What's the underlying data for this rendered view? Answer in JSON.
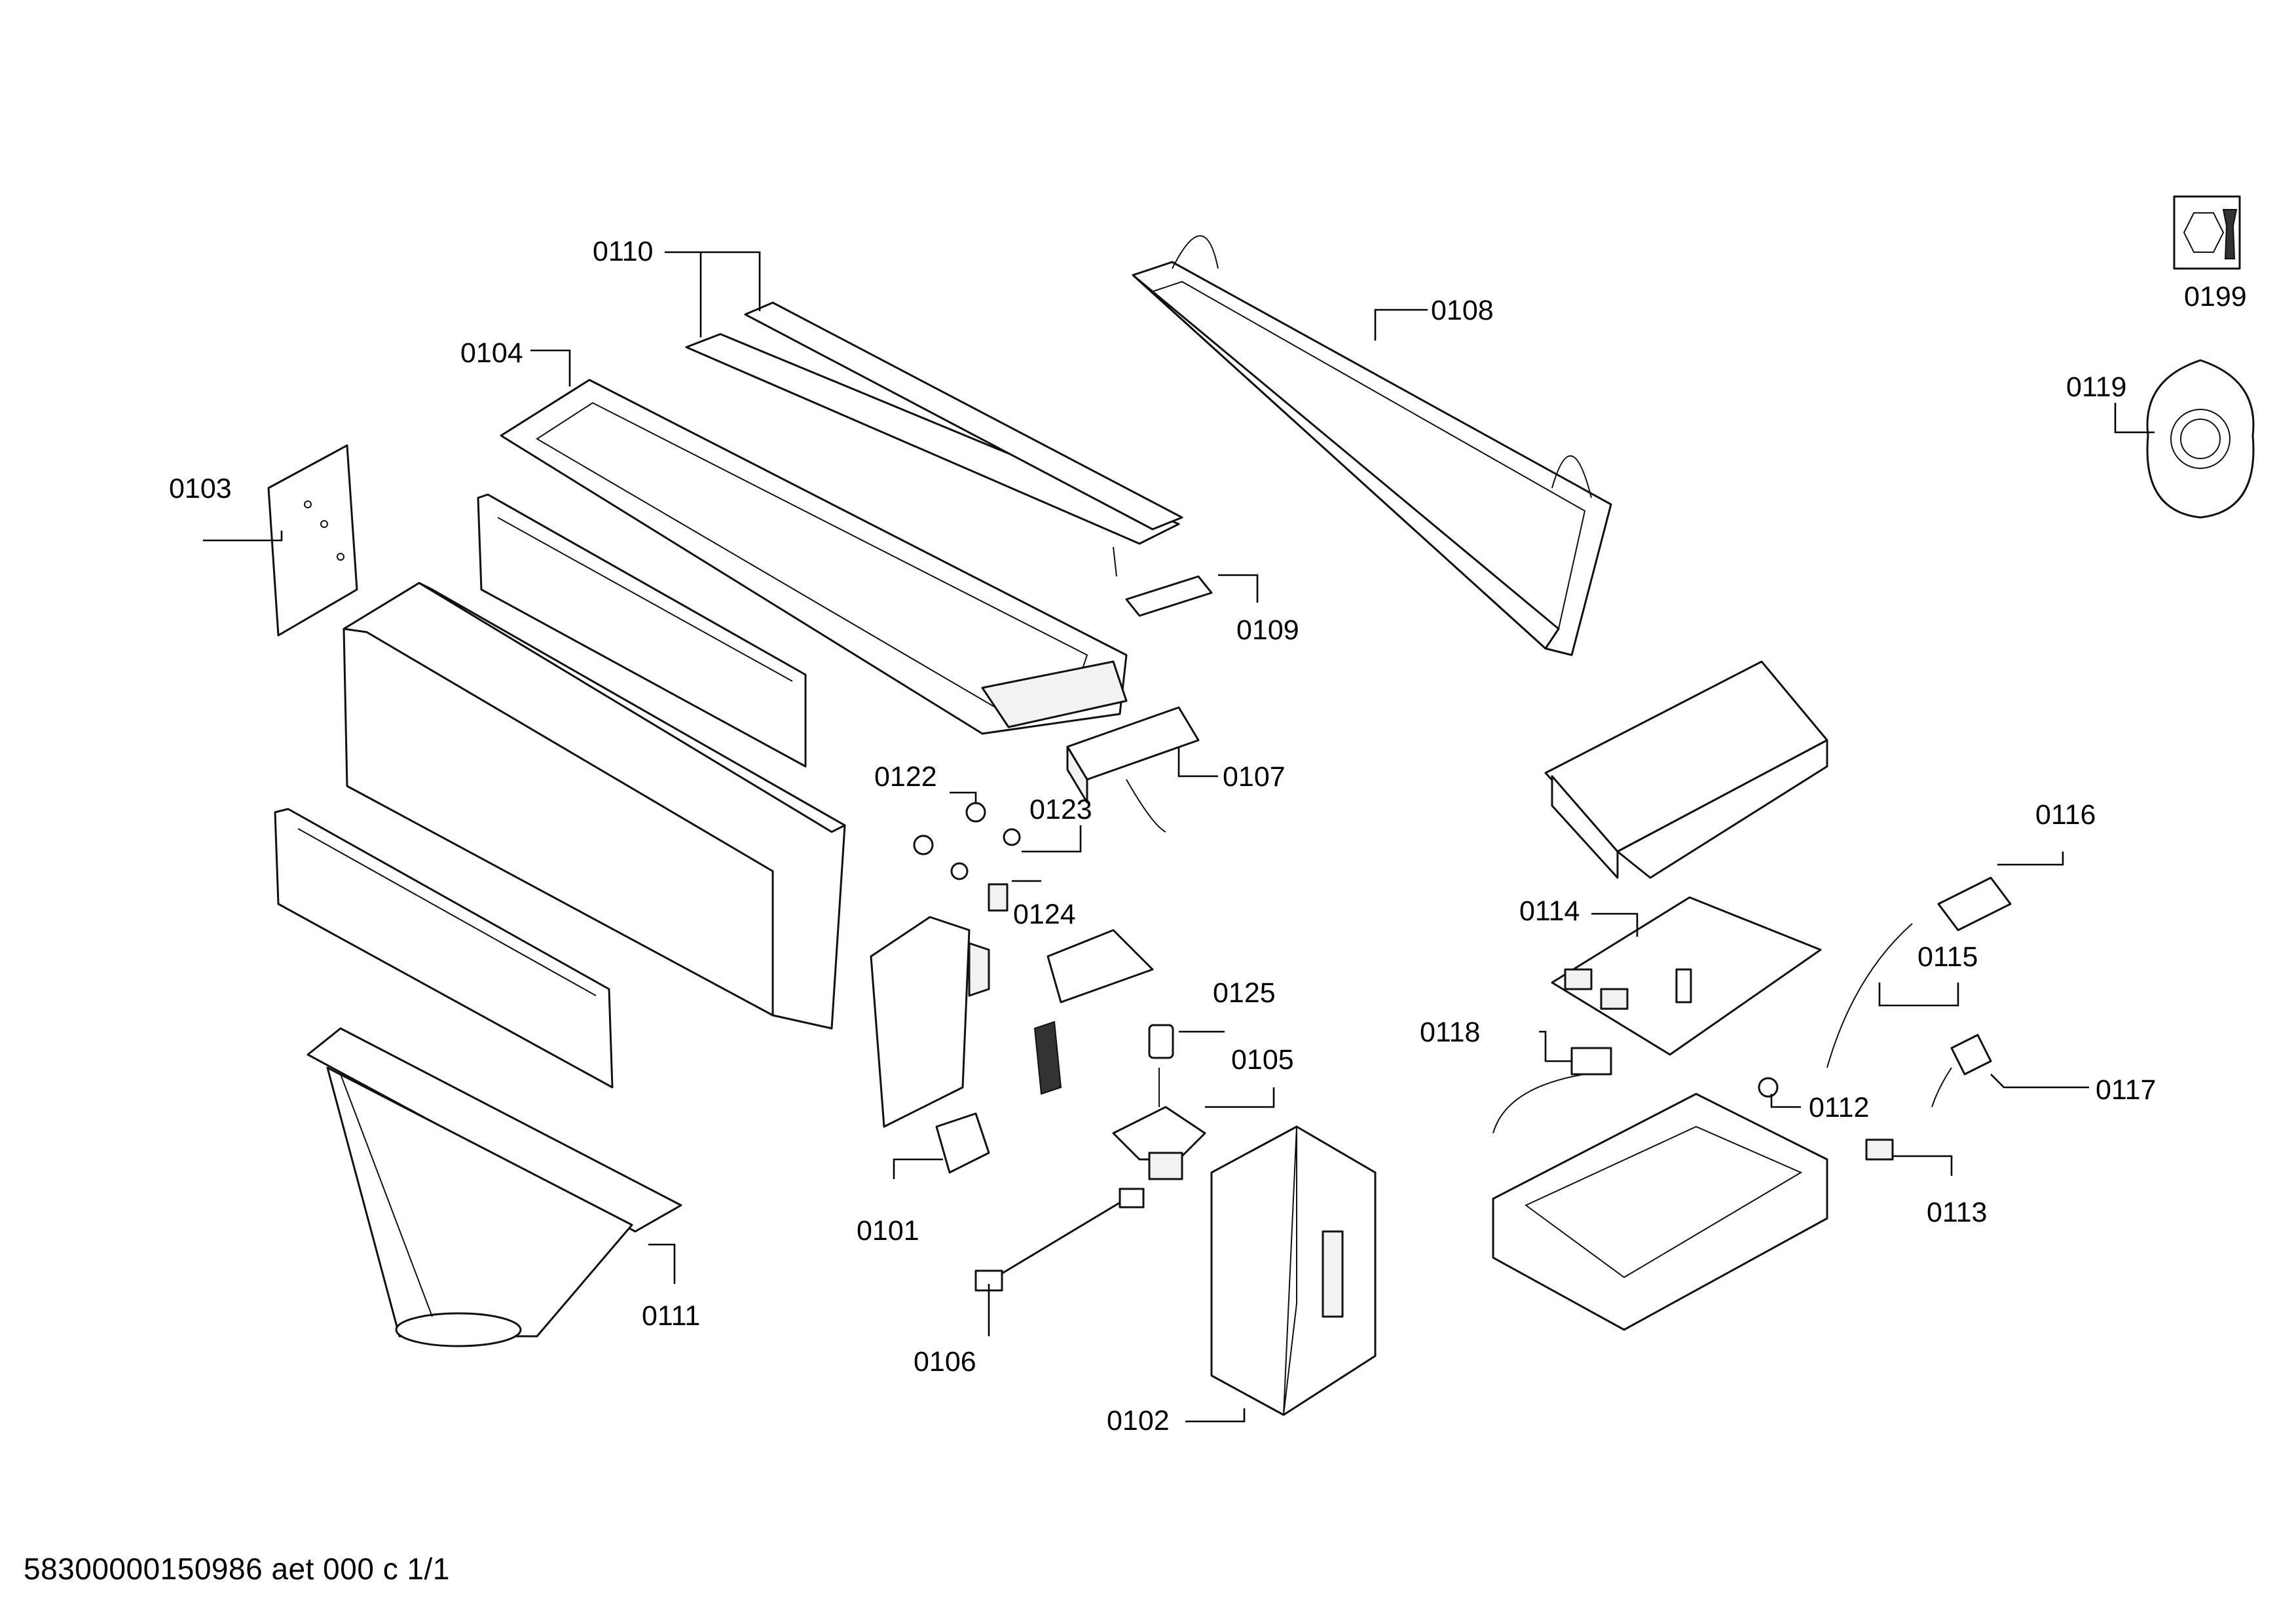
{
  "footer_text": "58300000150986 aet 000 c 1/1",
  "parts": [
    {
      "id": "p0101",
      "label": "0101"
    },
    {
      "id": "p0102",
      "label": "0102"
    },
    {
      "id": "p0103",
      "label": "0103"
    },
    {
      "id": "p0104",
      "label": "0104"
    },
    {
      "id": "p0105",
      "label": "0105"
    },
    {
      "id": "p0106",
      "label": "0106"
    },
    {
      "id": "p0107",
      "label": "0107"
    },
    {
      "id": "p0108",
      "label": "0108"
    },
    {
      "id": "p0109",
      "label": "0109"
    },
    {
      "id": "p0110",
      "label": "0110"
    },
    {
      "id": "p0111",
      "label": "0111"
    },
    {
      "id": "p0112",
      "label": "0112"
    },
    {
      "id": "p0113",
      "label": "0113"
    },
    {
      "id": "p0114",
      "label": "0114"
    },
    {
      "id": "p0115",
      "label": "0115"
    },
    {
      "id": "p0116",
      "label": "0116"
    },
    {
      "id": "p0117",
      "label": "0117"
    },
    {
      "id": "p0118",
      "label": "0118"
    },
    {
      "id": "p0119",
      "label": "0119"
    },
    {
      "id": "p0122",
      "label": "0122"
    },
    {
      "id": "p0123",
      "label": "0123"
    },
    {
      "id": "p0124",
      "label": "0124"
    },
    {
      "id": "p0125",
      "label": "0125"
    },
    {
      "id": "p0199",
      "label": "0199"
    }
  ],
  "icons": {
    "tool_icon": "nut-and-wrench-icon",
    "bag_icon": "spare-parts-bag-icon"
  }
}
